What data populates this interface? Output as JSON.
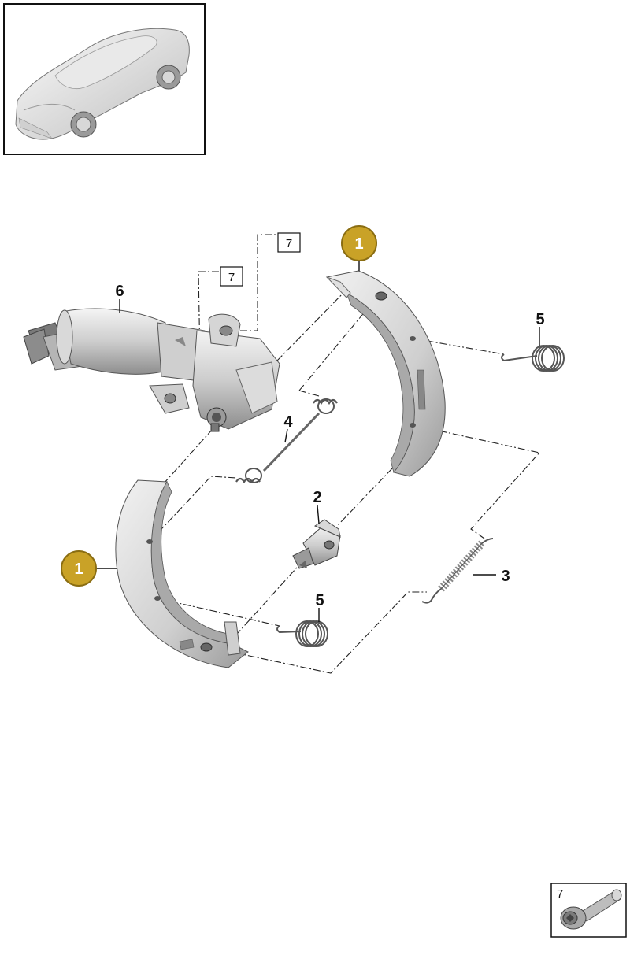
{
  "colors": {
    "badge_fill": "#c9a227",
    "badge_stroke": "#8a6d12",
    "part_light": "#e6e6e6",
    "part_mid": "#c4c4c4",
    "part_dark": "#8f8f8f",
    "line": "#222222"
  },
  "overview": {
    "icon": "car-overview-icon"
  },
  "callouts": {
    "shoe_top": "1",
    "shoe_bottom": "1",
    "adjuster": "2",
    "lower_spring": "3",
    "upper_spring": "4",
    "hold_down_top": "5",
    "hold_down_bottom": "5",
    "actuator": "6",
    "ref_bolt_a": "7",
    "ref_bolt_b": "7"
  },
  "legend": {
    "label": "7",
    "icon": "bolt-icon"
  }
}
